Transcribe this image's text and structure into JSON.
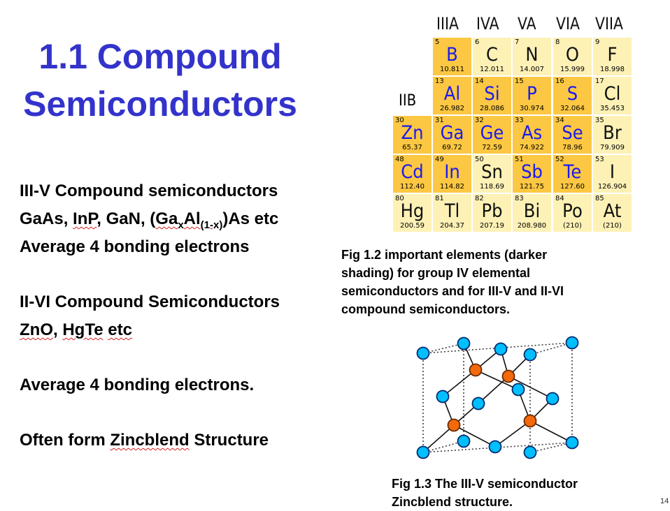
{
  "title": {
    "line1": "1.1 Compound",
    "line2": "Semiconductors"
  },
  "body": {
    "line1": "III-V Compound semiconductors",
    "line2": {
      "a": "GaAs, ",
      "b": "InP",
      "c": ", GaN, (",
      "d": "Ga",
      "e": "x",
      "f": "Al",
      "g": "(1-x)",
      "h": ")As etc"
    },
    "line3": "Average 4 bonding electrons",
    "line4": "II-VI Compound Semiconductors",
    "line5": {
      "a": "ZnO",
      "b": ", ",
      "c": "HgTe",
      "d": " ",
      "e": "etc"
    },
    "line6": "Average 4 bonding electrons.",
    "line7": {
      "a": "Often form ",
      "b": "Zincblend",
      "c": " Structure"
    }
  },
  "periodic_table": {
    "group_headers": [
      "IIIA",
      "IVA",
      "VA",
      "VIA",
      "VIIA"
    ],
    "iib_label": "IIB",
    "colors": {
      "dark": "#fcc742",
      "light": "#fdf1b6",
      "dark_symbol": "#1a1aee"
    },
    "elements": [
      {
        "num": "5",
        "sym": "B",
        "mass": "10.811",
        "row": 0,
        "col": 1,
        "shade": "dark"
      },
      {
        "num": "6",
        "sym": "C",
        "mass": "12.011",
        "row": 0,
        "col": 2,
        "shade": "light"
      },
      {
        "num": "7",
        "sym": "N",
        "mass": "14.007",
        "row": 0,
        "col": 3,
        "shade": "light"
      },
      {
        "num": "8",
        "sym": "O",
        "mass": "15.999",
        "row": 0,
        "col": 4,
        "shade": "light"
      },
      {
        "num": "9",
        "sym": "F",
        "mass": "18.998",
        "row": 0,
        "col": 5,
        "shade": "light"
      },
      {
        "num": "13",
        "sym": "Al",
        "mass": "26.982",
        "row": 1,
        "col": 1,
        "shade": "dark"
      },
      {
        "num": "14",
        "sym": "Si",
        "mass": "28.086",
        "row": 1,
        "col": 2,
        "shade": "dark"
      },
      {
        "num": "15",
        "sym": "P",
        "mass": "30.974",
        "row": 1,
        "col": 3,
        "shade": "dark"
      },
      {
        "num": "16",
        "sym": "S",
        "mass": "32.064",
        "row": 1,
        "col": 4,
        "shade": "dark"
      },
      {
        "num": "17",
        "sym": "Cl",
        "mass": "35.453",
        "row": 1,
        "col": 5,
        "shade": "light"
      },
      {
        "num": "30",
        "sym": "Zn",
        "mass": "65.37",
        "row": 2,
        "col": 0,
        "shade": "dark"
      },
      {
        "num": "31",
        "sym": "Ga",
        "mass": "69.72",
        "row": 2,
        "col": 1,
        "shade": "dark"
      },
      {
        "num": "32",
        "sym": "Ge",
        "mass": "72.59",
        "row": 2,
        "col": 2,
        "shade": "dark"
      },
      {
        "num": "33",
        "sym": "As",
        "mass": "74.922",
        "row": 2,
        "col": 3,
        "shade": "dark"
      },
      {
        "num": "34",
        "sym": "Se",
        "mass": "78.96",
        "row": 2,
        "col": 4,
        "shade": "dark"
      },
      {
        "num": "35",
        "sym": "Br",
        "mass": "79.909",
        "row": 2,
        "col": 5,
        "shade": "light"
      },
      {
        "num": "48",
        "sym": "Cd",
        "mass": "112.40",
        "row": 3,
        "col": 0,
        "shade": "dark"
      },
      {
        "num": "49",
        "sym": "In",
        "mass": "114.82",
        "row": 3,
        "col": 1,
        "shade": "dark"
      },
      {
        "num": "50",
        "sym": "Sn",
        "mass": "118.69",
        "row": 3,
        "col": 2,
        "shade": "light"
      },
      {
        "num": "51",
        "sym": "Sb",
        "mass": "121.75",
        "row": 3,
        "col": 3,
        "shade": "dark"
      },
      {
        "num": "52",
        "sym": "Te",
        "mass": "127.60",
        "row": 3,
        "col": 4,
        "shade": "dark"
      },
      {
        "num": "53",
        "sym": "I",
        "mass": "126.904",
        "row": 3,
        "col": 5,
        "shade": "light"
      },
      {
        "num": "80",
        "sym": "Hg",
        "mass": "200.59",
        "row": 4,
        "col": 0,
        "shade": "light"
      },
      {
        "num": "81",
        "sym": "Tl",
        "mass": "204.37",
        "row": 4,
        "col": 1,
        "shade": "light"
      },
      {
        "num": "82",
        "sym": "Pb",
        "mass": "207.19",
        "row": 4,
        "col": 2,
        "shade": "light"
      },
      {
        "num": "83",
        "sym": "Bi",
        "mass": "208.980",
        "row": 4,
        "col": 3,
        "shade": "light"
      },
      {
        "num": "84",
        "sym": "Po",
        "mass": "(210)",
        "row": 4,
        "col": 4,
        "shade": "light"
      },
      {
        "num": "85",
        "sym": "At",
        "mass": "(210)",
        "row": 4,
        "col": 5,
        "shade": "light"
      }
    ]
  },
  "fig12_caption": {
    "line1": "Fig 1.2 important elements (darker",
    "line2": "shading) for group IV elemental",
    "line3": "semiconductors and for III-V and II-VI",
    "line4": "compound semiconductors."
  },
  "crystal": {
    "atom_blue": "#00bfff",
    "atom_orange": "#f26a0c"
  },
  "fig13_caption": {
    "line1": "Fig 1.3 The III-V semiconductor",
    "line2": "Zincblend structure."
  },
  "page_number": "14"
}
